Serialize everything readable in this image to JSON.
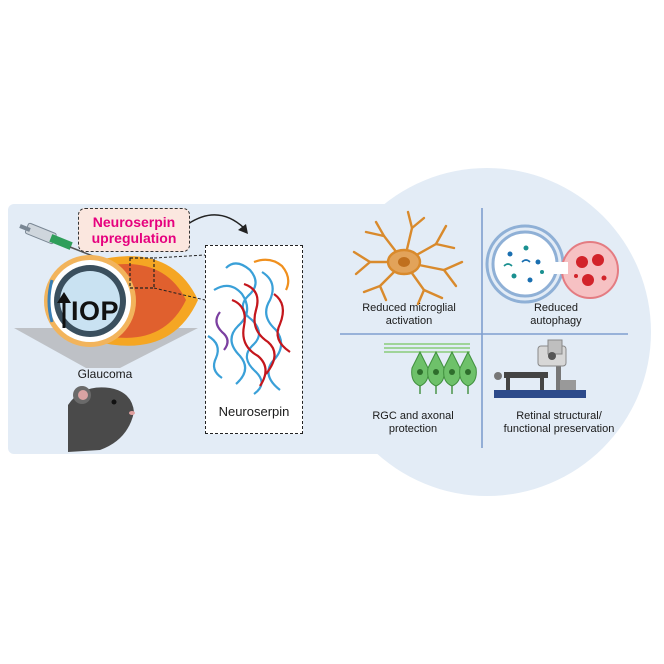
{
  "labels": {
    "np_upregulation": "Neuroserpin\nupregulation",
    "iop": "IOP",
    "glaucoma": "Glaucoma",
    "neuroserpin": "Neuroserpin",
    "microglial": "Reduced microglial\nactivation",
    "autophagy": "Reduced\nautophagy",
    "rgc": "RGC and axonal\nprotection",
    "retinal": "Retinal structural/\nfunctional preservation"
  },
  "colors": {
    "panel_bg": "#e3ecf6",
    "np_text": "#e6007e",
    "np_box_bg": "#fbe7df",
    "divider": "#7f9fcf",
    "microglia": "#d98a2c",
    "neuron": "#5db35a",
    "helix_red": "#c4161c",
    "helix_blue": "#3aa0d8",
    "helix_orange": "#f0901e",
    "helix_purple": "#7b3fa0"
  },
  "icons": [
    "syringe-icon",
    "eye-icon",
    "mouse-icon",
    "protein-structure-icon",
    "microglia-icon",
    "autophagy-icon",
    "rgc-neurons-icon",
    "microscope-icon"
  ]
}
